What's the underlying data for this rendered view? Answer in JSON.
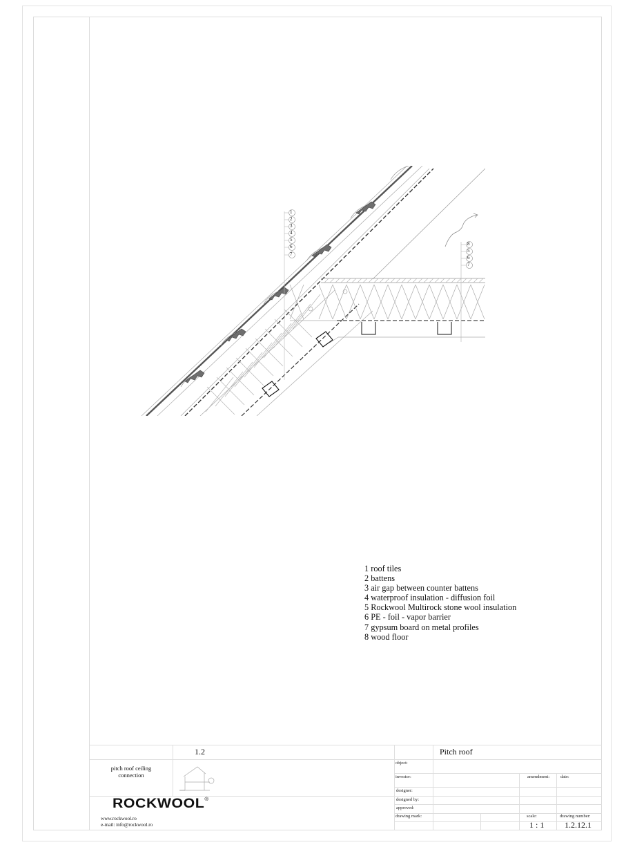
{
  "drawing": {
    "title": "Pitch roof",
    "section_number": "1.2",
    "detail_name_line1": "pitch roof ceiling",
    "detail_name_line2": "connection",
    "callouts_left": [
      "1",
      "2",
      "3",
      "4",
      "5",
      "6",
      "7"
    ],
    "callouts_right": [
      "8",
      "5",
      "6",
      "7"
    ]
  },
  "legend": {
    "items": [
      "1 roof tiles",
      "2 battens",
      "3 air gap between counter battens",
      "4 waterproof insulation - diffusion foil",
      "5 Rockwool Multirock stone wool insulation",
      "6 PE - foil - vapor barrier",
      "7 gypsum board on metal profiles",
      "8 wood floor"
    ]
  },
  "title_block": {
    "labels": {
      "object": "object:",
      "investor": "investor:",
      "amendment": "amendment:",
      "date": "date:",
      "designer": "designer:",
      "designed_by": "designed by:",
      "approved": "approved:",
      "drawing_mark": "drawing mark:",
      "scale": "scale:",
      "drawing_number": "drawing number:"
    },
    "values": {
      "scale": "1 : 1",
      "drawing_number": "1.2.12.1"
    }
  },
  "company": {
    "logo": "ROCKWOOL",
    "registered": "®",
    "website": "www.rockwool.ro",
    "email": "e-mail: info@rockwool.ro"
  },
  "colors": {
    "tile_fill": "#6e6e6e",
    "line": "#9a9a9a",
    "frame": "#dcdcdc"
  }
}
